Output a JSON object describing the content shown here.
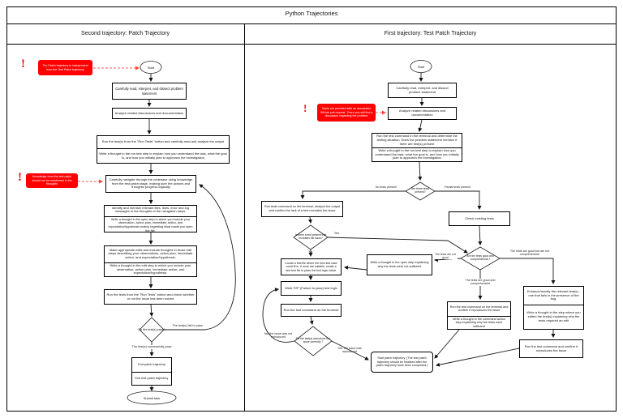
{
  "doc": {
    "title": "Python Trajectories"
  },
  "shared": {
    "warning_glyph": "!",
    "annotation_red": "#fe0000"
  },
  "left_panel": {
    "title": "Second trajectory: Patch Trajectory",
    "annotations": {
      "independent": "The Patch trajectory is independent from the Test Patch trajectory",
      "knowledge": "Knowledge from the test patch should not be mentioned in the thoughts"
    },
    "nodes": {
      "start": "Start",
      "read": "Carefully read, interpret, and dissect problem statement",
      "analyze": "Analyze related discussions and documentation",
      "run_tests": "Run the test(s) from the \"Run Tests\" button and carefully read and analyze the output",
      "run_tests_thought": "Write a thought in the run test step to explain how you understand the task, what the goal is, and how you initially plan to approach the investigation",
      "navigate": "Carefully navigate through the codebase using knowledge from the test patch stage, making sure the actions and thoughts progress logically",
      "identify": "Identify and mention relevant files, lines, error and log messages in the thoughts of the navigation steps.",
      "identify_thought": "Write a thought in the open step in which you include your observation, action plan, immediate action, and expectation/hypothesis mainly regarding what made you open the file.",
      "edit": "Make appropriate edits and include thoughts in those edit steps describing your observations, action plan, immediate action, and expectation/hypothesis.",
      "edit_thought": "Write a thought in the edit step in which you include your observation, action plan, immediate action, and expectation/hypothesis.",
      "run_check": "Run the tests from the \"Run Tests\" button and check whether or not the issue has been solved",
      "pass_decision": "Do the test(s) pass?",
      "end_patch": "End patch trajectory",
      "end_test_patch": "End test patch trajectory",
      "submit": "Submit task"
    },
    "edges": {
      "fail": "The test(s) fail to pass",
      "pass": "The test(s) successfully pass"
    }
  },
  "right_panel": {
    "title": "First trajectory: Test Patch Trajectory",
    "annotations": {
      "github": "Tasks are provided with an associated GitHub pull request. There you will find a discussion regarding the problem"
    },
    "nodes": {
      "start": "Start",
      "read": "Carefully read, interpret, and dissect problem statement",
      "analyze": "Analyze related discussions and documentation",
      "run_cmd": "Run the test command in the terminal and determine the testing situation. Does the problem statement mention if there are test(s) present",
      "run_cmd_thought": "Write a thought in the run test step to explain how you understand the task, what the goal is, and how you initially plan to approach the investigation",
      "tests_decision": "Are there tests present?",
      "confirm_lack": "Run tests command on the terminal, analyze the output and confirm the lack of a test recreates the issue",
      "recreate_decision": "Is there a test present that recreates the issue?",
      "locate": "Locate a test file where the new test case could fit in. If none are suitable, create a new test file to place the test logic inside.",
      "write_f2p": "Write F2P (Failure to pass) test logic",
      "run_terminal": "Run the test command on the terminal",
      "reproduce_decision": "Do the test(s) reproduce the issue correctly ?",
      "start_patch": "Start patch trajectory. (The test patch trajectory should be finalized after the patch trajectory have been completed.)",
      "check_existing": "Check existing tests",
      "good_decision": "Are the tests good and comprehensive?",
      "why_not_sufficient": "Write a thought in the open step explaining why the tests were not sufficient",
      "confirm_repro": "Run the test command on the terminal and confirm it reproduces the issue",
      "confirm_repro_thought": "Write a thought in the command action step explaining why the tests were sufficient",
      "enhance": "Enhance/modify the relevant test(s) - one that fails in the presence of the bug.",
      "enhance_thought": "Write a thought in the step where you edited the test(s) explaining why the tests required an edit",
      "confirm_repro2": "Run the test command and confirm it reproduces the issue"
    },
    "edges": {
      "no_tests": "No tests present",
      "partial": "Partial tests present",
      "yes_recreates": "Yes",
      "no_recreates": "No",
      "not_reproduced": "No, the issue was not reproduced",
      "reproduced": "Yes, the issue was reproduced",
      "not_good": "The tests are not good",
      "good_comprehensive": "The tests are good and comprehensive",
      "good_not_comprehensive": "The tests are good but are not comprehensive"
    }
  }
}
